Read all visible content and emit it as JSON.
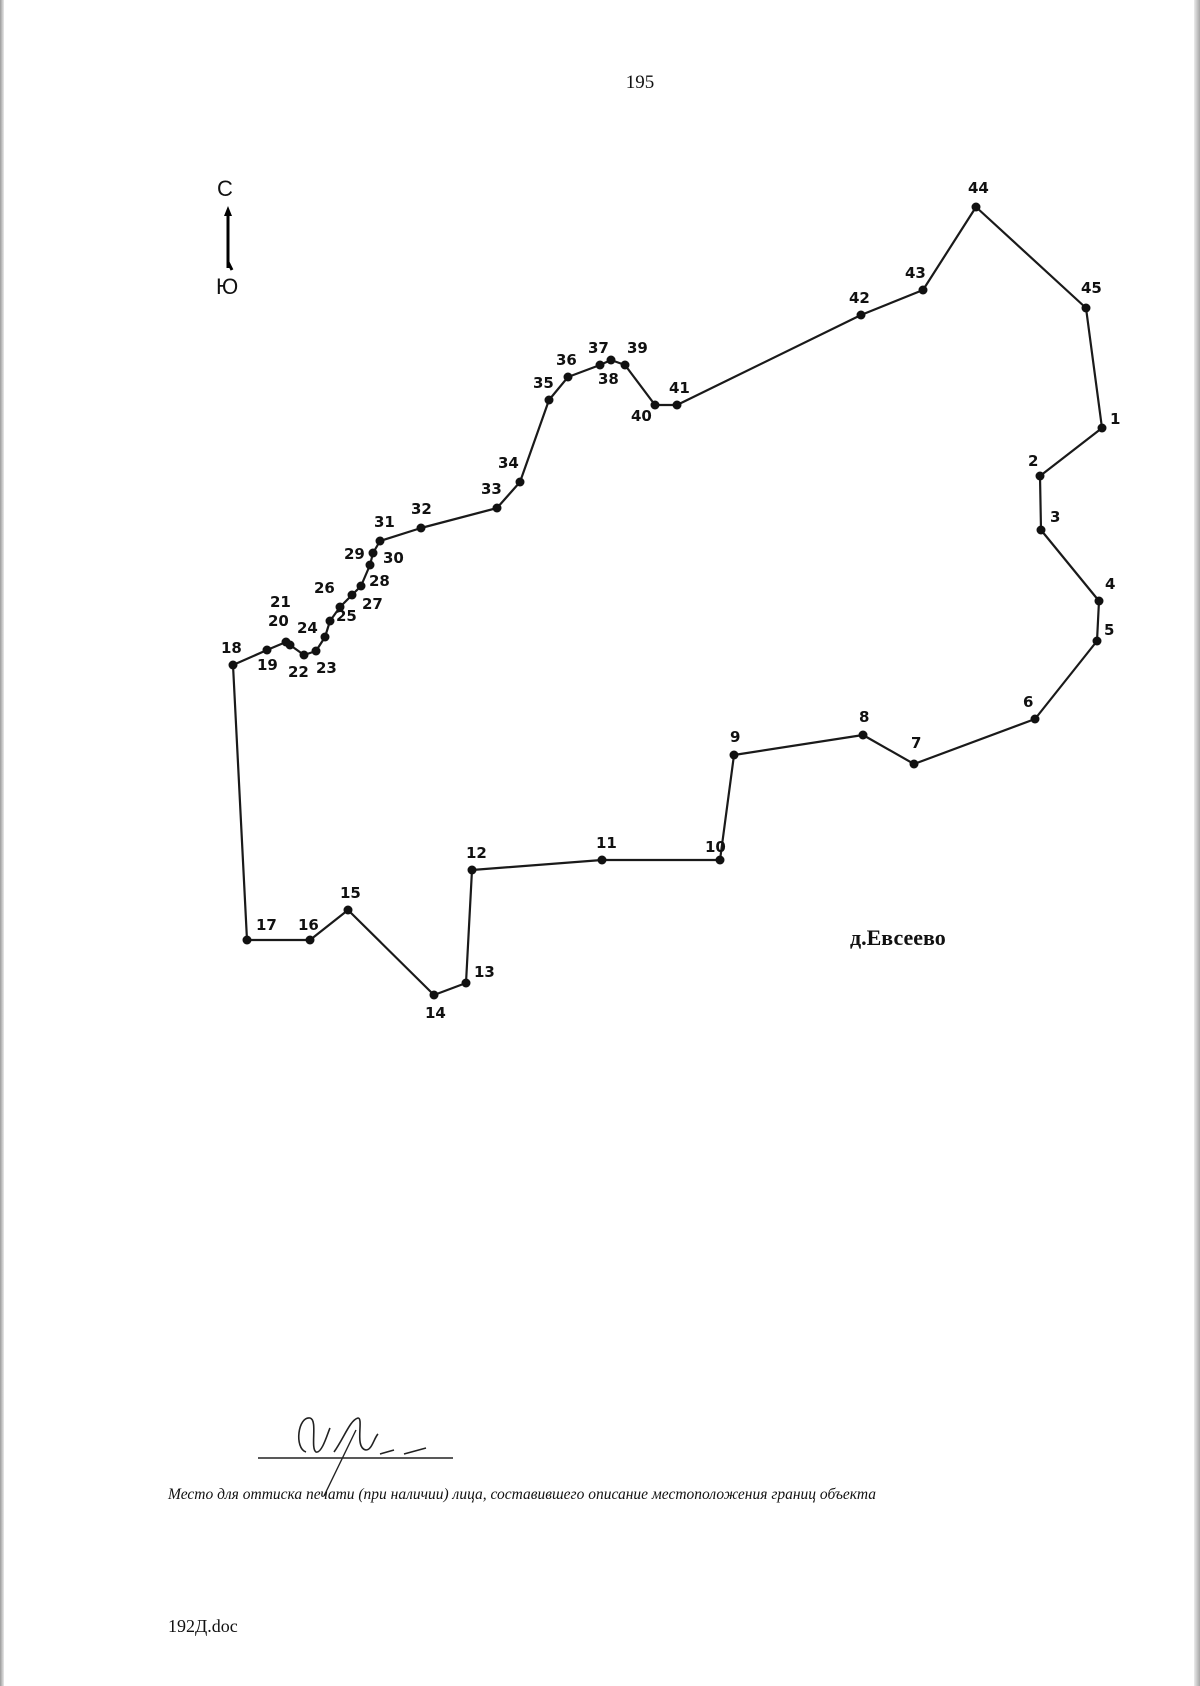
{
  "page_number": "195",
  "compass": {
    "north": "С",
    "south": "Ю"
  },
  "village_label": "д.Евсеево",
  "stamp_caption": "Место для оттиска печати (при наличии) лица, составившего описание местоположения границ объекта",
  "file_name": "192Д.doc",
  "boundary_points": [
    "1",
    "2",
    "3",
    "4",
    "5",
    "6",
    "7",
    "8",
    "9",
    "10",
    "11",
    "12",
    "13",
    "14",
    "15",
    "16",
    "17",
    "18",
    "19",
    "20",
    "21",
    "22",
    "23",
    "24",
    "25",
    "26",
    "27",
    "28",
    "29",
    "30",
    "31",
    "32",
    "33",
    "34",
    "35",
    "36",
    "37",
    "38",
    "39",
    "40",
    "41",
    "42",
    "43",
    "44",
    "45"
  ]
}
